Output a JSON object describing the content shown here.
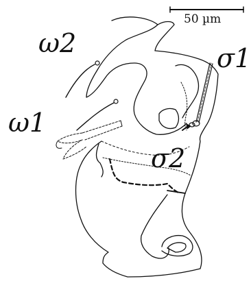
{
  "labels": {
    "omega2": "ω2",
    "sigma1": "σ1",
    "omega1": "ω1",
    "sigma2": "σ2"
  },
  "scale_bar": {
    "text": "50 µm"
  },
  "colors": {
    "stroke": "#111111",
    "background": "#ffffff"
  }
}
